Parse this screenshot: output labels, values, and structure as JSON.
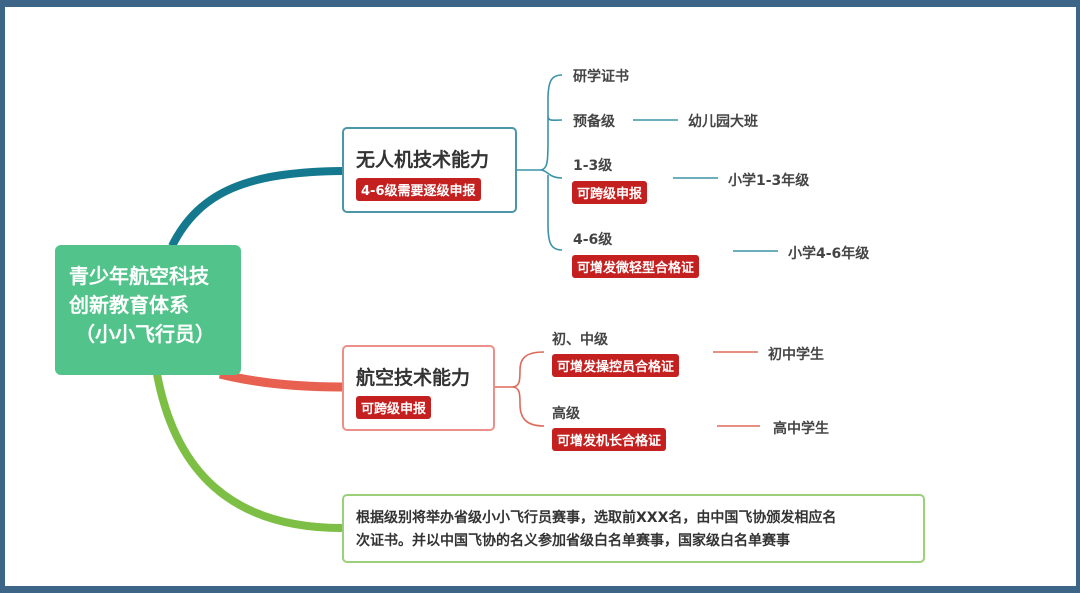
{
  "root": {
    "lines": [
      "青少年航空科技",
      "创新教育体系",
      "（小小飞行员）"
    ]
  },
  "drone": {
    "title": "无人机技术能力",
    "tag": "4-6级需要逐级申报",
    "branches": [
      {
        "label": "研学证书"
      },
      {
        "label": "预备级",
        "target": "幼儿园大班"
      },
      {
        "label": "1-3级",
        "tag": "可跨级申报",
        "target": "小学1-3年级"
      },
      {
        "label": "4-6级",
        "tag": "可增发微轻型合格证",
        "target": "小学4-6年级"
      }
    ]
  },
  "aviation": {
    "title": "航空技术能力",
    "tag": "可跨级申报",
    "branches": [
      {
        "label": "初、中级",
        "tag": "可增发操控员合格证",
        "target": "初中学生"
      },
      {
        "label": "高级",
        "tag": "可增发机长合格证",
        "target": "高中学生"
      }
    ]
  },
  "competition": {
    "lines": [
      "根据级别将举办省级小小飞行员赛事，选取前XXX名，由中国飞协颁发相应名",
      "次证书。并以中国飞协的名义参加省级白名单赛事，国家级白名单赛事"
    ]
  },
  "colors": {
    "frame": "#3d6587",
    "root": "#52c48b",
    "drone": "#14798f",
    "aviation": "#e8604f",
    "competition": "#7dbf45",
    "tag": "#c4201f"
  }
}
